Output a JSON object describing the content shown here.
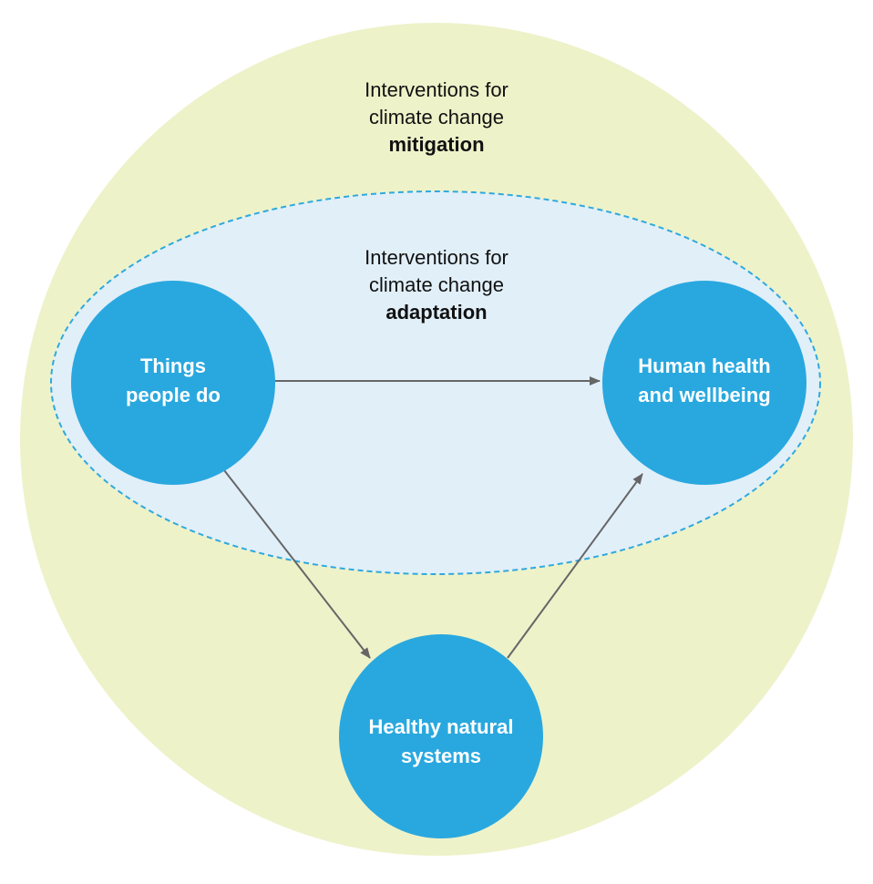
{
  "colors": {
    "outer_circle": "#eef2c9",
    "inner_ellipse_fill": "#e1eff9",
    "inner_ellipse_stroke": "#2fa9dd",
    "node_fill": "#29a8df",
    "arrow": "#666666",
    "node_text": "#ffffff",
    "label_text": "#111111"
  },
  "mitigation": {
    "line1": "Interventions for",
    "line2": "climate change",
    "line3": "mitigation"
  },
  "adaptation": {
    "line1": "Interventions for",
    "line2": "climate change",
    "line3": "adaptation"
  },
  "nodes": {
    "things_people_do": {
      "line1": "Things",
      "line2": "people do"
    },
    "human_health": {
      "line1": "Human health",
      "line2": "and wellbeing"
    },
    "natural_systems": {
      "line1": "Healthy natural",
      "line2": "systems"
    }
  },
  "edges": [
    {
      "from": "things_people_do",
      "to": "human_health"
    },
    {
      "from": "things_people_do",
      "to": "natural_systems"
    },
    {
      "from": "natural_systems",
      "to": "human_health"
    }
  ]
}
